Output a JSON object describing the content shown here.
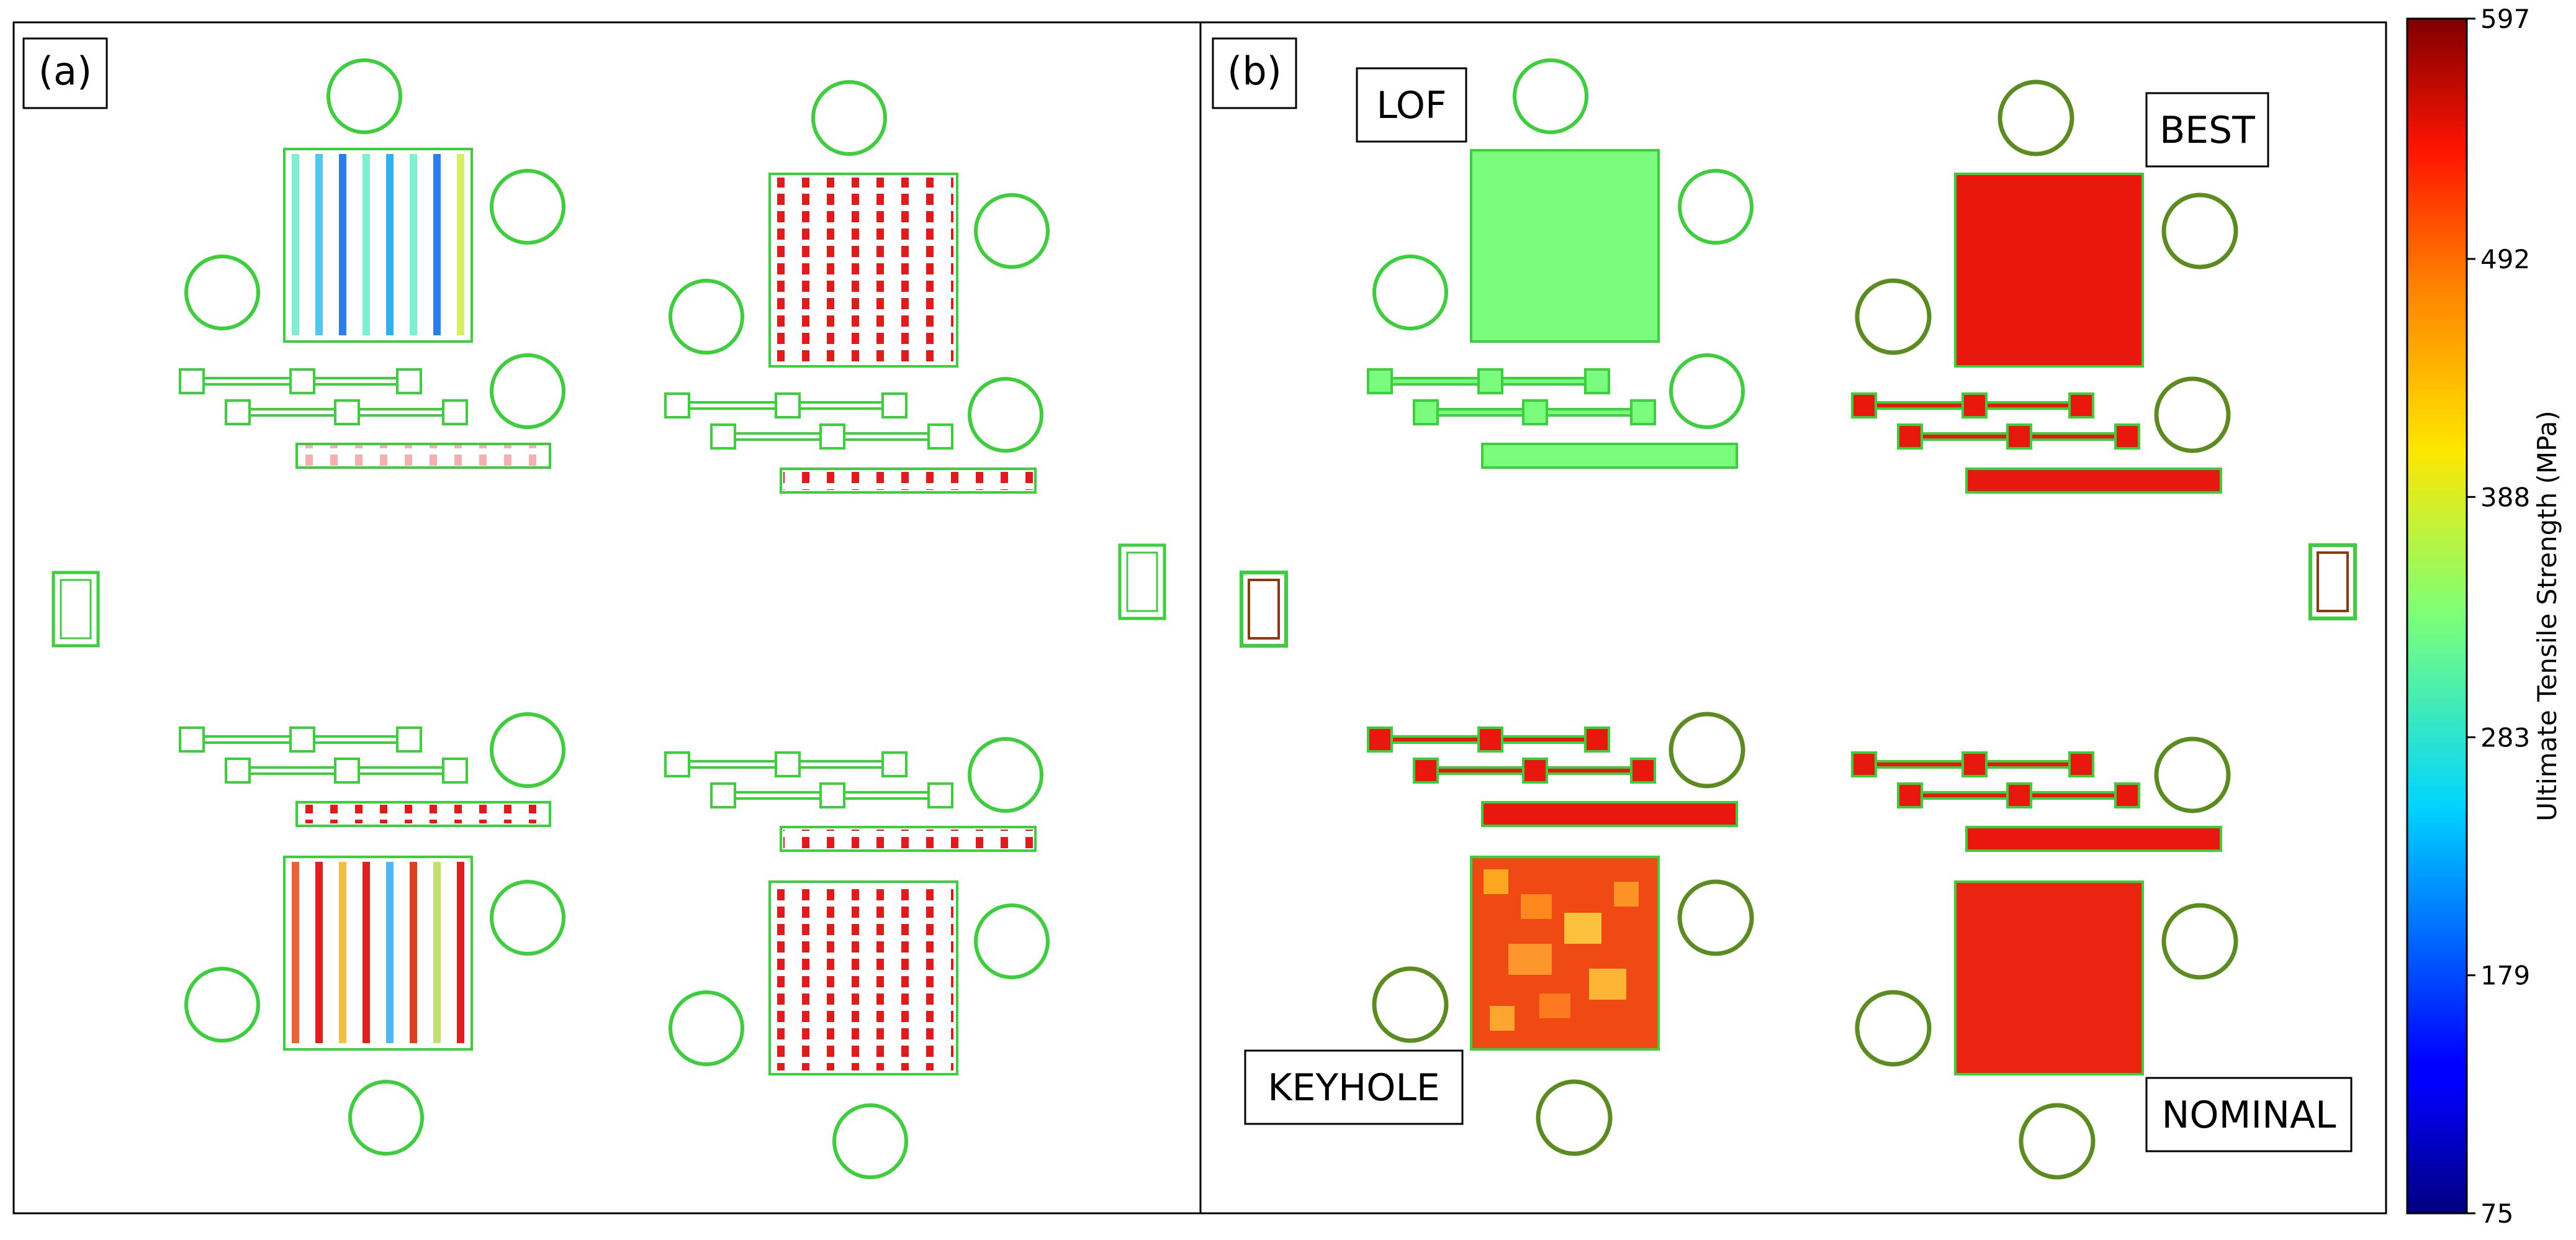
{
  "panels": {
    "a": {
      "label": "(a)"
    },
    "b": {
      "label": "(b)"
    }
  },
  "specimens": {
    "lof": "LOF",
    "best": "BEST",
    "keyhole": "KEYHOLE",
    "nominal": "NOMINAL"
  },
  "colorbar": {
    "title": "Ultimate Tensile Strength (MPa)",
    "min": 75,
    "max": 597,
    "ticks": [
      "597",
      "492",
      "388",
      "283",
      "179",
      "75"
    ],
    "tick_values": [
      597,
      492,
      388,
      283,
      179,
      75
    ],
    "colormap": "jet"
  },
  "colors": {
    "outline_green": "#3ccf3c",
    "dark_outline": "#5a8c1e",
    "lof_fill": "#7cfc7c",
    "high_fill": "#ee1c10",
    "axis": "#000000"
  }
}
